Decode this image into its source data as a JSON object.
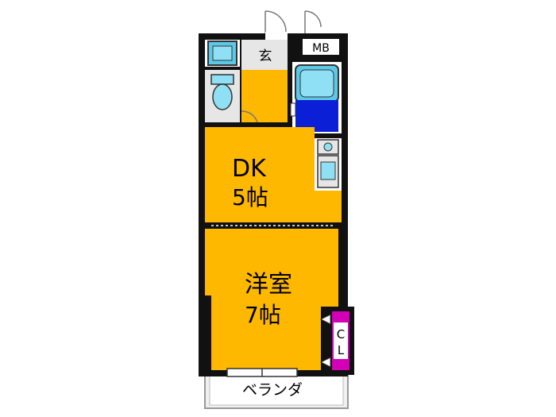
{
  "rooms": {
    "entrance": {
      "label": "玄"
    },
    "meter_box": {
      "label": "MB"
    },
    "dk": {
      "name": "DK",
      "size": "5帖"
    },
    "western_room": {
      "name": "洋室",
      "size": "7帖"
    },
    "closet": {
      "label": "C",
      "label2": "L"
    },
    "balcony": {
      "label": "ベランダ"
    }
  },
  "colors": {
    "room_fill": "#FFB800",
    "wall": "#111111",
    "fixture_blue": "#0A1FD6",
    "fixture_cyan": "#5BC8E8",
    "closet_magenta": "#D400B8",
    "floor_gray": "#E6E6E6"
  }
}
